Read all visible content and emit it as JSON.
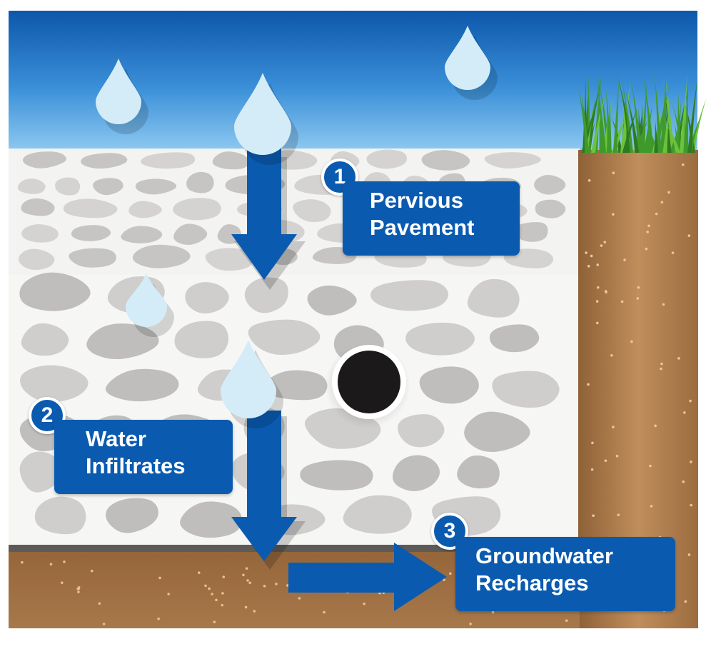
{
  "colors": {
    "sky_top": "#0e5bb0",
    "sky_bottom": "#7fc0ee",
    "stone": "#c9c8c6",
    "stone_light": "#d9d8d6",
    "soil": "#a8794a",
    "soil_dark": "#8a5f36",
    "grass": "#3f9a2c",
    "arrow": "#0a5bb0",
    "label_bg": "#0a5bb0",
    "drop": "#d4ecf8",
    "pipe": "#1a1818"
  },
  "steps": [
    {
      "number": "1",
      "line1": "Pervious",
      "line2": "Pavement"
    },
    {
      "number": "2",
      "line1": "Water",
      "line2": "Infiltrates"
    },
    {
      "number": "3",
      "line1": "Groundwater",
      "line2": "Recharges"
    }
  ]
}
